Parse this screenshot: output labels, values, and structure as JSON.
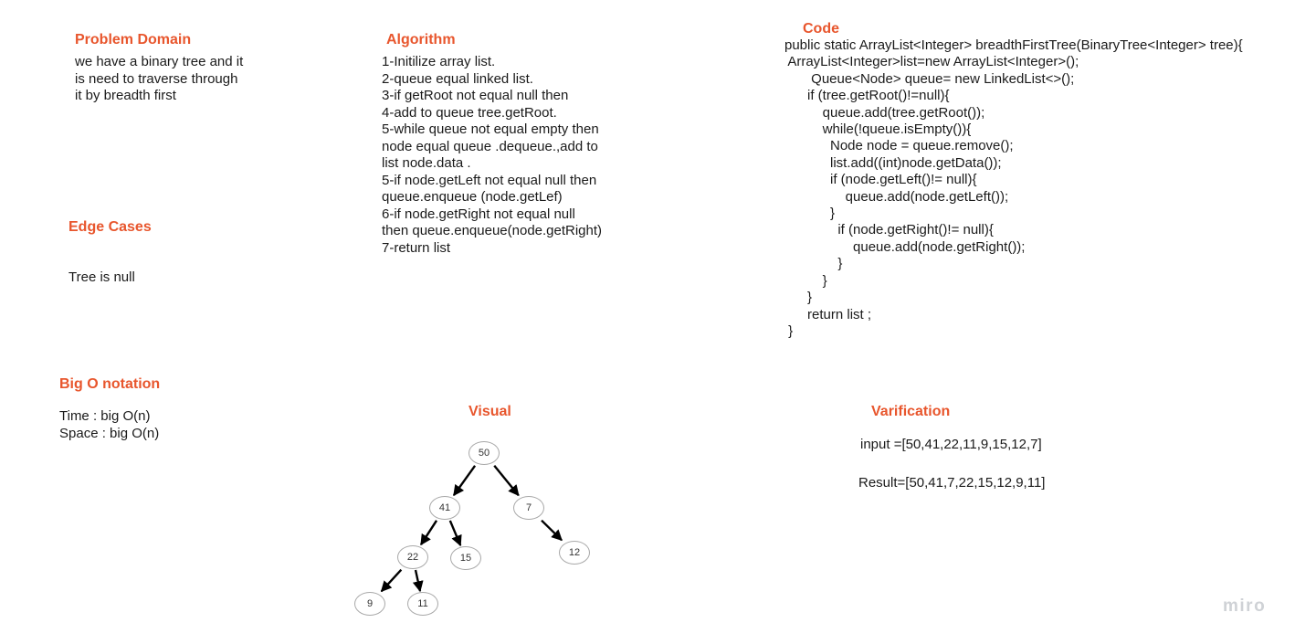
{
  "problem_domain": {
    "title": "Problem Domain",
    "text": "we have a binary tree and it\nis need to traverse through\nit by breadth first"
  },
  "edge_cases": {
    "title": "Edge Cases",
    "text": "Tree is null"
  },
  "big_o": {
    "title": "Big O notation",
    "text": "Time : big O(n)\nSpace : big O(n)"
  },
  "algorithm": {
    "title": "Algorithm",
    "text": "1-Initilize array list.\n2-queue equal linked list.\n3-if getRoot not equal null then\n4-add to queue tree.getRoot.\n5-while queue not equal empty then\nnode equal queue .dequeue.,add to\nlist node.data .\n5-if node.getLeft not equal null then\nqueue.enqueue (node.getLef)\n6-if node.getRight not equal null\nthen queue.enqueue(node.getRight)\n7-return list"
  },
  "code": {
    "title": "Code",
    "lines": [
      "public static ArrayList<Integer> breadthFirstTree(BinaryTree<Integer> tree){",
      " ArrayList<Integer>list=new ArrayList<Integer>();",
      "       Queue<Node> queue= new LinkedList<>();",
      "      if (tree.getRoot()!=null){",
      "          queue.add(tree.getRoot());",
      "          while(!queue.isEmpty()){",
      "            Node node = queue.remove();",
      "            list.add((int)node.getData());",
      "            if (node.getLeft()!= null){",
      "                queue.add(node.getLeft());",
      "            }",
      "              if (node.getRight()!= null){",
      "                  queue.add(node.getRight());",
      "              }",
      "          }",
      "      }",
      "      return list ;",
      " }"
    ]
  },
  "visual": {
    "title": "Visual",
    "nodes": [
      {
        "id": "50",
        "label": "50"
      },
      {
        "id": "41",
        "label": "41"
      },
      {
        "id": "7",
        "label": "7"
      },
      {
        "id": "22",
        "label": "22"
      },
      {
        "id": "15",
        "label": "15"
      },
      {
        "id": "12",
        "label": "12"
      },
      {
        "id": "9",
        "label": "9"
      },
      {
        "id": "11",
        "label": "11"
      }
    ],
    "edges": [
      {
        "from": "50",
        "to": "41"
      },
      {
        "from": "50",
        "to": "7"
      },
      {
        "from": "41",
        "to": "22"
      },
      {
        "from": "41",
        "to": "15"
      },
      {
        "from": "7",
        "to": "12"
      },
      {
        "from": "22",
        "to": "9"
      },
      {
        "from": "22",
        "to": "11"
      }
    ]
  },
  "verification": {
    "title": "Varification",
    "input": "input =[50,41,22,11,9,15,12,7]",
    "result": "Result=[50,41,7,22,15,12,9,11]"
  },
  "brand": {
    "watermark": "miro",
    "heading_color": "#e8562d"
  }
}
